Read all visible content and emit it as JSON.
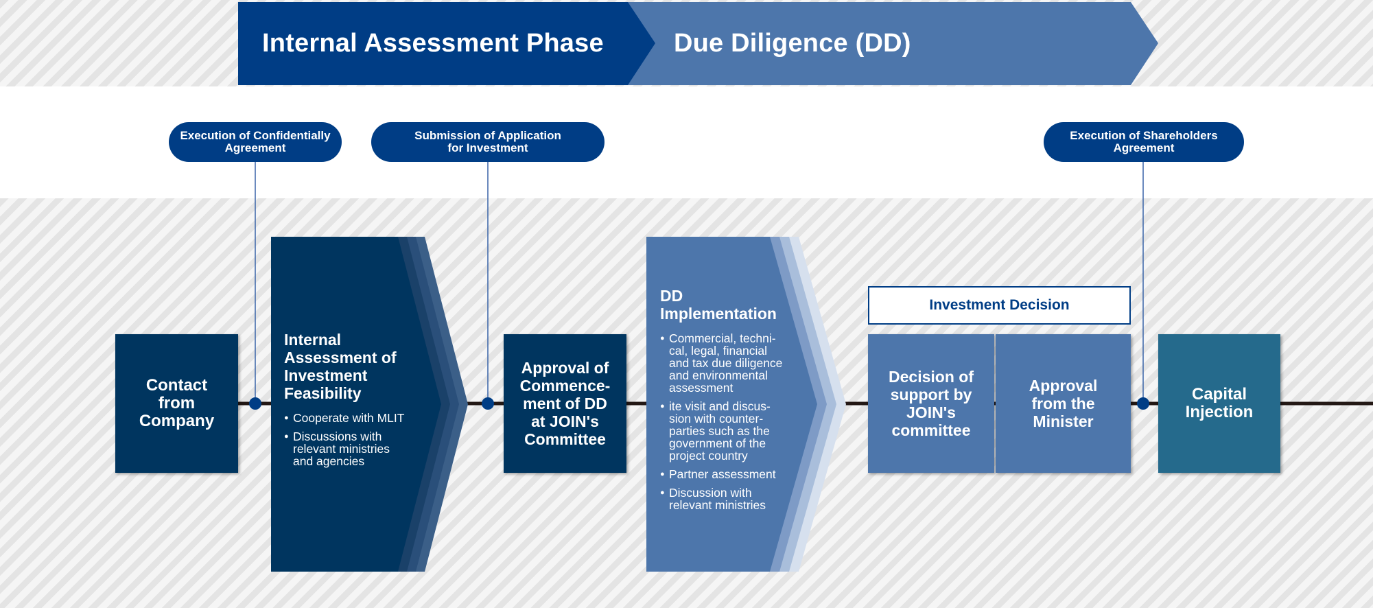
{
  "phases": {
    "internal_assessment": "Internal Assessment Phase",
    "due_diligence": "Due Diligence (DD)"
  },
  "milestones": {
    "confidentiality": "Execution of Confidentially\nAgreement",
    "application": "Submission of Application\nfor Investment",
    "shareholders": "Execution of Shareholders\nAgreement"
  },
  "steps": {
    "contact": "Contact\nfrom\nCompany",
    "internal_assessment": {
      "title": "Internal\nAssessment of\nInvestment\nFeasibility",
      "bullets": [
        "Cooperate with MLIT",
        "Discussions with\nrelevant ministries\nand agencies"
      ]
    },
    "approval_dd": "Approval of\nCommence-\nment of DD\nat JOIN's\nCommittee",
    "dd_implementation": {
      "title": "DD\nImplementation",
      "bullets": [
        "Commercial, techni-\ncal, legal, financial\nand tax due diligence\nand environmental\nassessment",
        "ite visit and discus-\nsion with counter-\nparties such as the\ngovernment of the\nproject country",
        "Partner assessment",
        "Discussion with\nrelevant ministries"
      ]
    },
    "investment_decision": {
      "header": "Investment Decision",
      "support_decision": "Decision of\nsupport by\nJOIN's\ncommittee",
      "minister_approval": "Approval\nfrom the\nMinister"
    },
    "capital_injection": "Capital\nInjection"
  },
  "colors": {
    "navy_dark": "#00355f",
    "navy": "#003d85",
    "steel_blue": "#4d76ab",
    "teal": "#256a8c",
    "timeline": "#231815"
  }
}
